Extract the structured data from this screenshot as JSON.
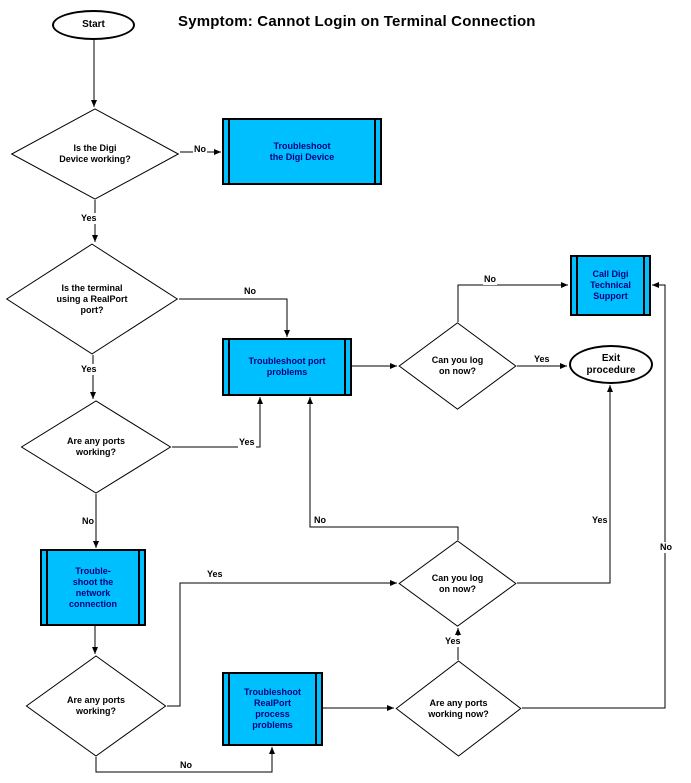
{
  "title": "Symptom: Cannot Login on Terminal Connection",
  "colors": {
    "process_fill": "#00BFFF",
    "process_text": "#000080",
    "line_color": "#000000"
  },
  "nodes": {
    "start": {
      "type": "terminator",
      "label": "Start"
    },
    "digi_working": {
      "type": "decision",
      "label": "Is the Digi\nDevice working?"
    },
    "troubleshoot_digi": {
      "type": "process",
      "label": "Troubleshoot\nthe Digi Device"
    },
    "terminal_realport": {
      "type": "decision",
      "label": "Is the terminal\nusing a RealPort\nport?"
    },
    "call_digi": {
      "type": "process",
      "label": "Call Digi\nTechnical\nSupport"
    },
    "exit": {
      "type": "terminator",
      "label": "Exit\nprocedure"
    },
    "port_problems": {
      "type": "process",
      "label": "Troubleshoot port\nproblems"
    },
    "can_log_on_1": {
      "type": "decision",
      "label": "Can you log\non now?"
    },
    "ports_working_1": {
      "type": "decision",
      "label": "Are any ports\nworking?"
    },
    "network": {
      "type": "process",
      "label": "Trouble-\nshoot the\nnetwork\nconnection"
    },
    "can_log_on_2": {
      "type": "decision",
      "label": "Can you log\non now?"
    },
    "ports_working_2": {
      "type": "decision",
      "label": "Are any ports\nworking?"
    },
    "realport_process": {
      "type": "process",
      "label": "Troubleshoot\nRealPort\nprocess\nproblems"
    },
    "ports_working_now": {
      "type": "decision",
      "label": "Are any ports\nworking now?"
    }
  },
  "edges": [
    {
      "from": "start",
      "to": "digi_working",
      "label": ""
    },
    {
      "from": "digi_working",
      "to": "troubleshoot_digi",
      "label": "No"
    },
    {
      "from": "digi_working",
      "to": "terminal_realport",
      "label": "Yes"
    },
    {
      "from": "terminal_realport",
      "to": "port_problems",
      "label": "No"
    },
    {
      "from": "terminal_realport",
      "to": "ports_working_1",
      "label": "Yes"
    },
    {
      "from": "ports_working_1",
      "to": "port_problems",
      "label": "Yes"
    },
    {
      "from": "ports_working_1",
      "to": "network",
      "label": "No"
    },
    {
      "from": "network",
      "to": "ports_working_2",
      "label": ""
    },
    {
      "from": "ports_working_2",
      "to": "can_log_on_2",
      "label": "Yes"
    },
    {
      "from": "ports_working_2",
      "to": "realport_process",
      "label": "No"
    },
    {
      "from": "realport_process",
      "to": "ports_working_now",
      "label": ""
    },
    {
      "from": "ports_working_now",
      "to": "can_log_on_2",
      "label": "Yes"
    },
    {
      "from": "ports_working_now",
      "to": "call_digi",
      "label": "No"
    },
    {
      "from": "can_log_on_2",
      "to": "port_problems",
      "label": "No"
    },
    {
      "from": "can_log_on_2",
      "to": "exit",
      "label": "Yes"
    },
    {
      "from": "port_problems",
      "to": "can_log_on_1",
      "label": ""
    },
    {
      "from": "can_log_on_1",
      "to": "call_digi",
      "label": "No"
    },
    {
      "from": "can_log_on_1",
      "to": "exit",
      "label": "Yes"
    }
  ]
}
